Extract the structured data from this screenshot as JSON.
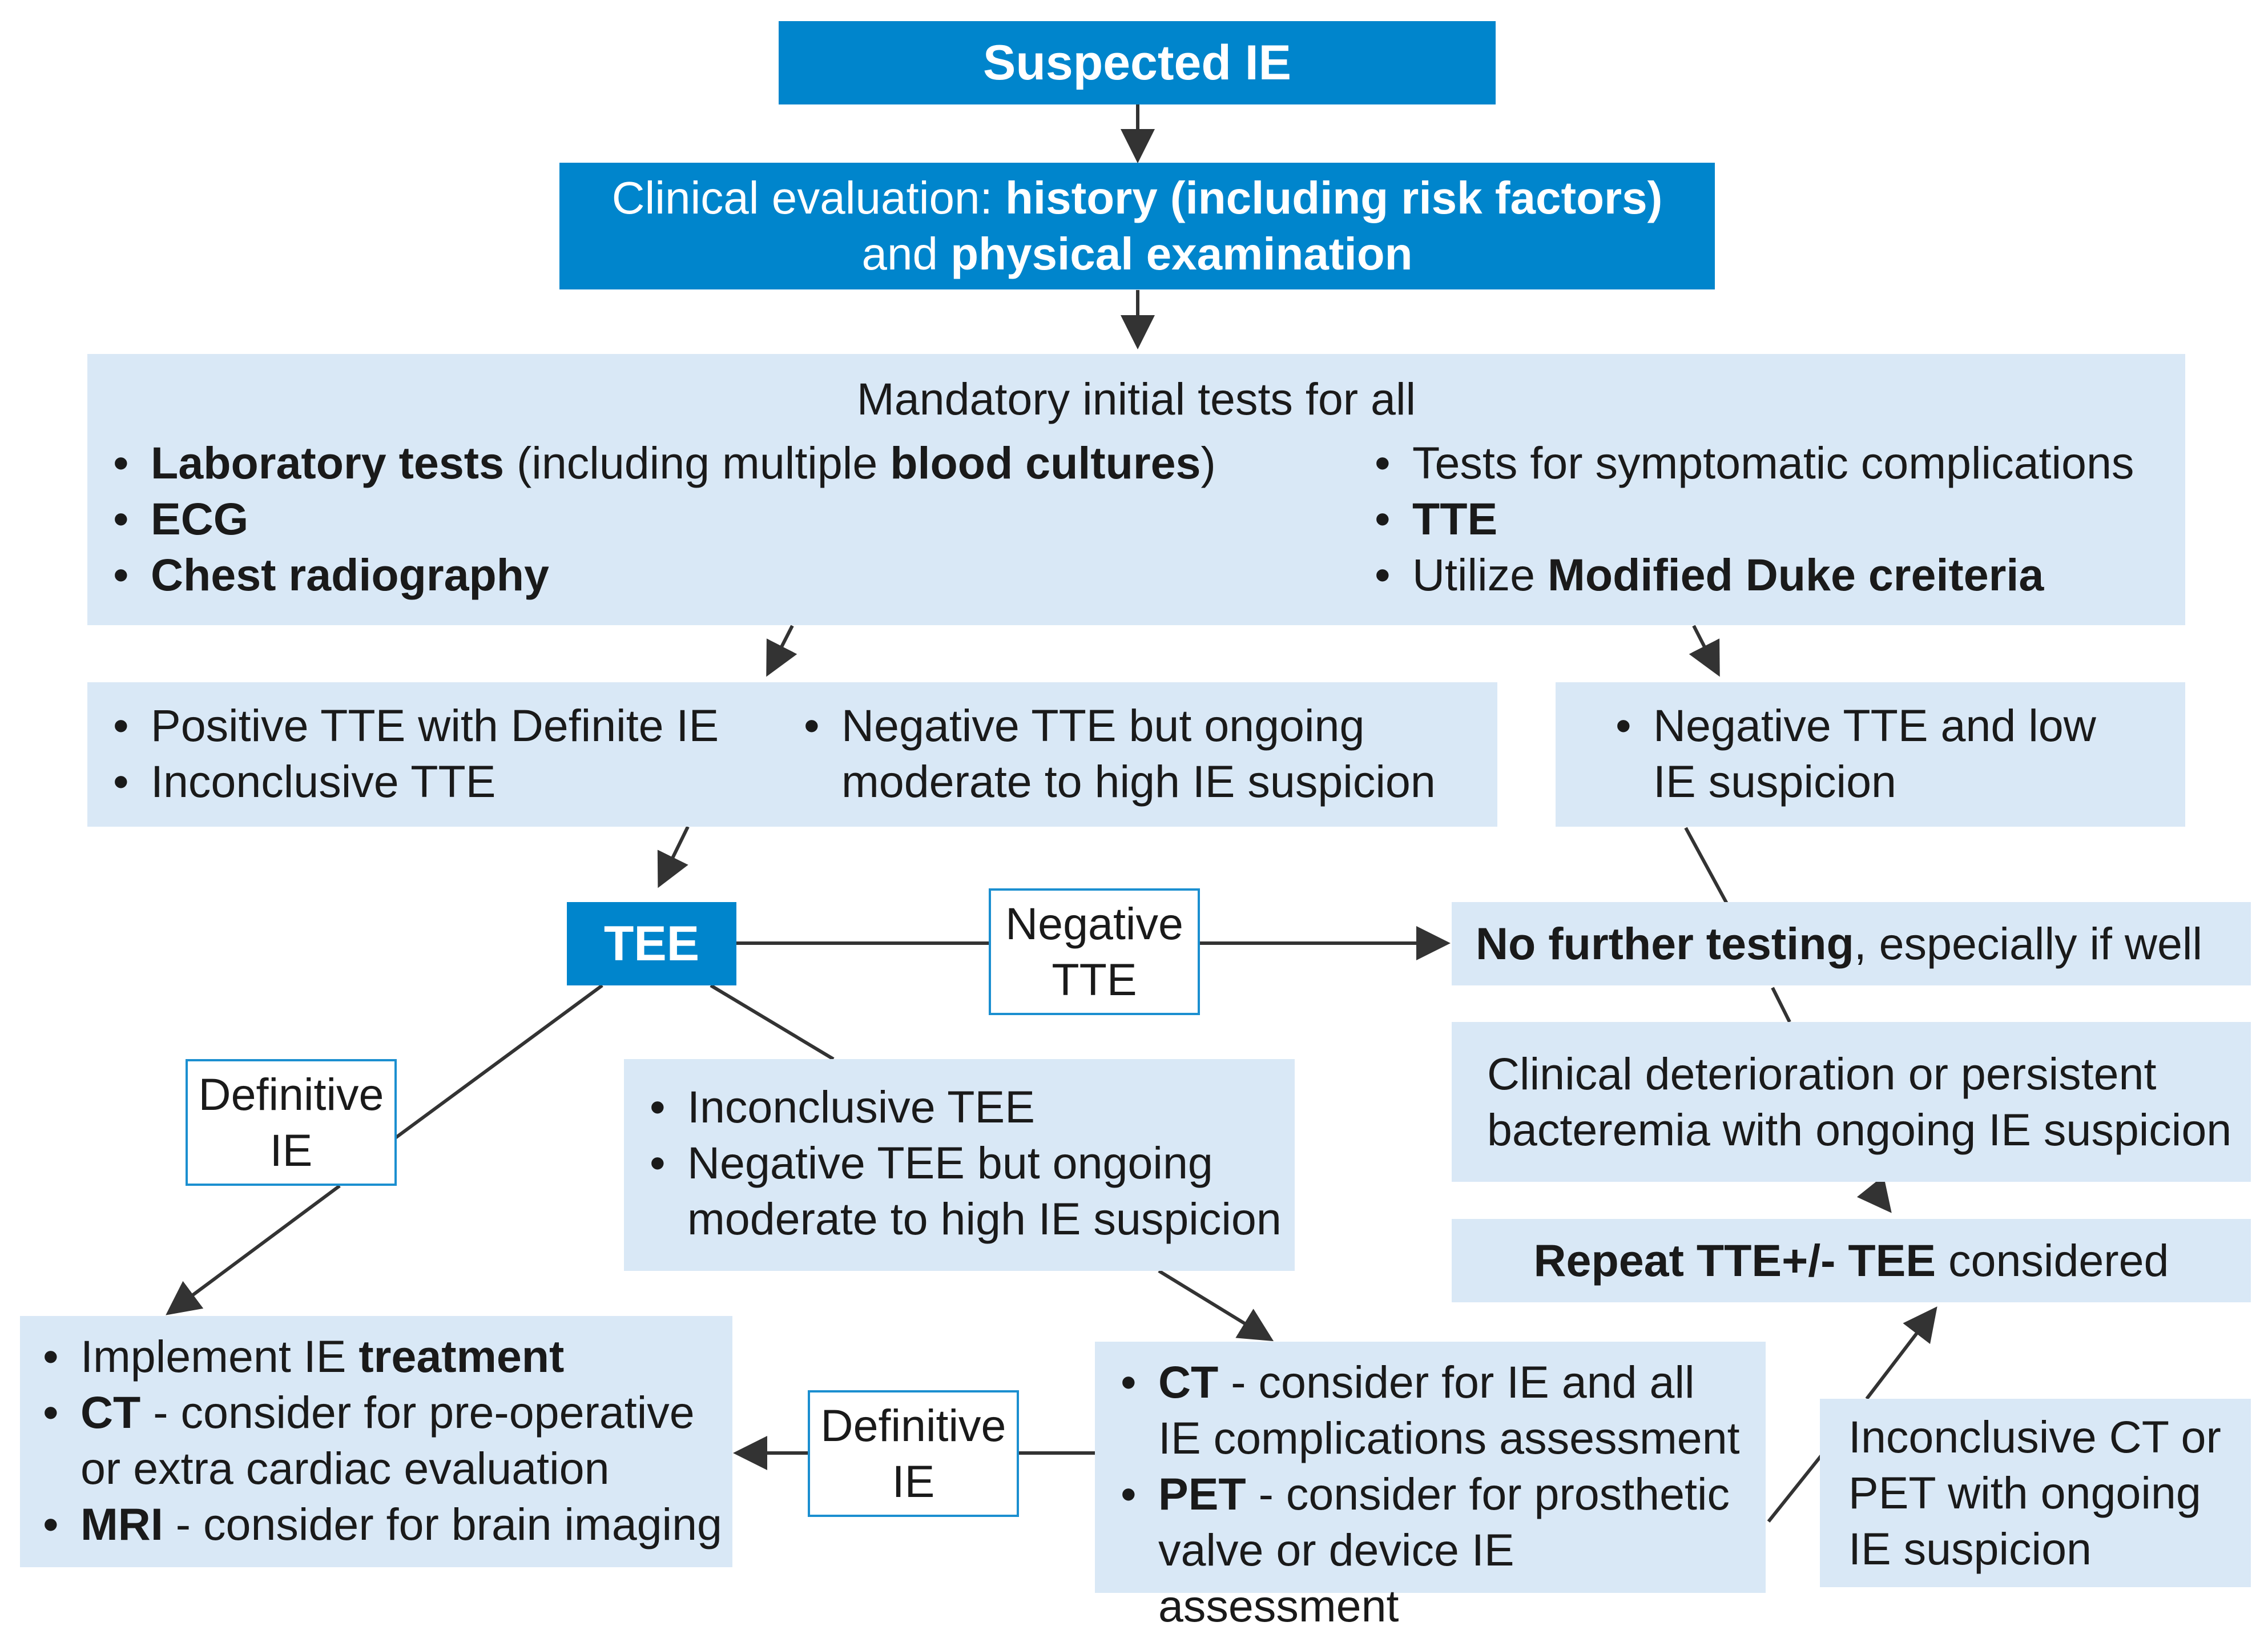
{
  "colors": {
    "dark_box": "#0085cc",
    "light_box": "#d9e8f6",
    "outline_border": "#1b8fd0",
    "arrow": "#333333"
  },
  "suspected": {
    "title": "Suspected IE"
  },
  "clinical": {
    "prefix": "Clinical evaluation:",
    "bold1": "history (including risk factors)",
    "mid": "and",
    "bold2": "physical examination"
  },
  "mandatory": {
    "heading": "Mandatory initial tests for all",
    "left": {
      "lab_bold": "Laboratory tests",
      "lab_mid": "(including multiple",
      "lab_bold2": "blood cultures",
      "lab_end": ")",
      "ecg": "ECG",
      "chest": "Chest radiography"
    },
    "right": {
      "complications": "Tests for symptomatic complications",
      "tte": "TTE",
      "utilize": "Utilize",
      "duke": "Modified Duke creiteria"
    }
  },
  "tte_results": {
    "positive": "Positive TTE with Definite IE",
    "inconclusive": "Inconclusive TTE",
    "negative_line1": "Negative TTE but ongoing",
    "negative_line2": "moderate to high IE suspicion"
  },
  "tte_low": {
    "line1": "Negative TTE and low",
    "line2": "IE suspicion"
  },
  "tee": {
    "title": "TEE"
  },
  "negative_tte_label": {
    "line1": "Negative",
    "line2": "TTE"
  },
  "no_further": {
    "bold": "No further testing",
    "rest": ", especially if well"
  },
  "deterioration": {
    "line1": "Clinical deterioration or persistent",
    "line2": "bacteremia with ongoing IE suspicion"
  },
  "repeat": {
    "bold": "Repeat TTE+/- TEE",
    "rest": "considered"
  },
  "definitive_label_1": {
    "line1": "Definitive",
    "line2": "IE"
  },
  "tee_results": {
    "inconclusive": "Inconclusive TEE",
    "negative_line1": "Negative TEE but ongoing",
    "negative_line2": "moderate to high IE suspicion"
  },
  "treatment": {
    "implement": "Implement IE",
    "implement_bold": "treatment",
    "ct_bold": "CT",
    "ct_line1": "- consider for pre-operative",
    "ct_line2": "or extra cardiac evaluation",
    "mri_bold": "MRI",
    "mri_rest": "- consider for brain imaging"
  },
  "definitive_label_2": {
    "line1": "Definitive",
    "line2": "IE"
  },
  "ct_pet": {
    "ct_bold": "CT",
    "ct_line1": "- consider for IE and all",
    "ct_line2": "IE complications assessment",
    "pet_bold": "PET",
    "pet_line1": "- consider for prosthetic",
    "pet_line2": "valve or device IE assessment"
  },
  "inconclusive_ct": {
    "line1": "Inconclusive CT or",
    "line2": "PET with ongoing",
    "line3": "IE suspicion"
  }
}
